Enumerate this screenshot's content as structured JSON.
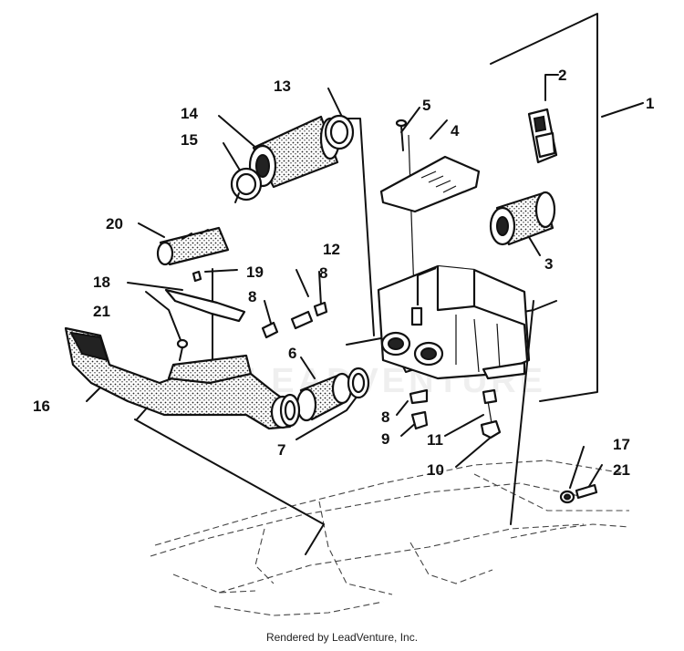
{
  "callouts": {
    "c1": "1",
    "c2": "2",
    "c3": "3",
    "c4": "4",
    "c5": "5",
    "c6": "6",
    "c7": "7",
    "c8a": "8",
    "c8b": "8",
    "c8c": "8",
    "c9": "9",
    "c10": "10",
    "c11": "11",
    "c12": "12",
    "c13": "13",
    "c14": "14",
    "c15": "15",
    "c16": "16",
    "c17": "17",
    "c18": "18",
    "c19": "19",
    "c20": "20",
    "c21a": "21",
    "c21b": "21"
  },
  "watermark": "LEADVENTURE",
  "footer": "Rendered by LeadVenture, Inc."
}
